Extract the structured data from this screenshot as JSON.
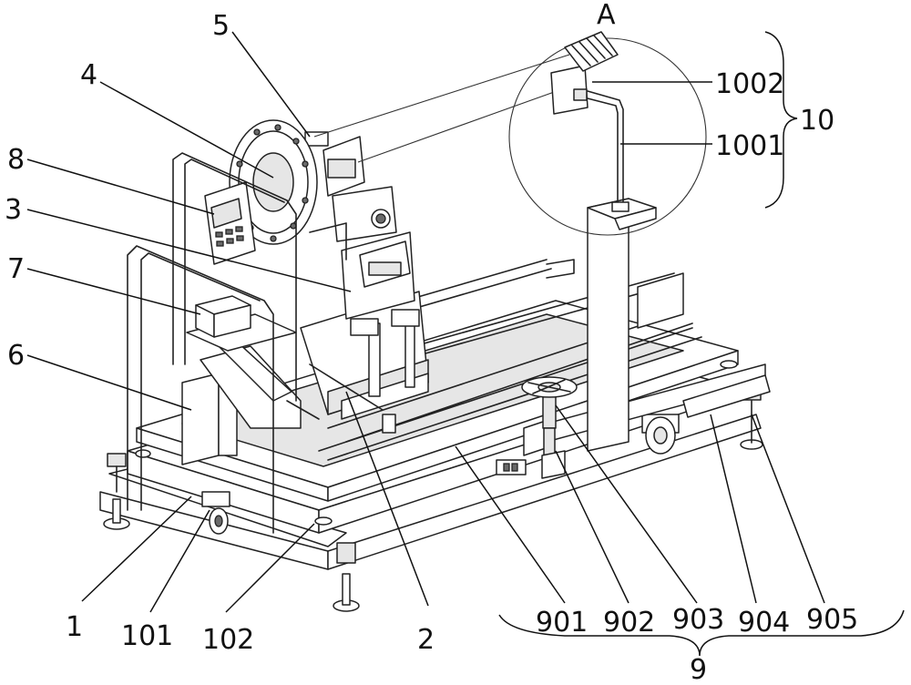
{
  "labels": {
    "l1": "1",
    "l2": "2",
    "l3": "3",
    "l4": "4",
    "l5": "5",
    "l6": "6",
    "l7": "7",
    "l8": "8",
    "l9": "9",
    "l10": "10",
    "l101": "101",
    "l102": "102",
    "l901": "901",
    "l902": "902",
    "l903": "903",
    "l904": "904",
    "l905": "905",
    "l1001": "1001",
    "l1002": "1002",
    "detailA": "A"
  }
}
